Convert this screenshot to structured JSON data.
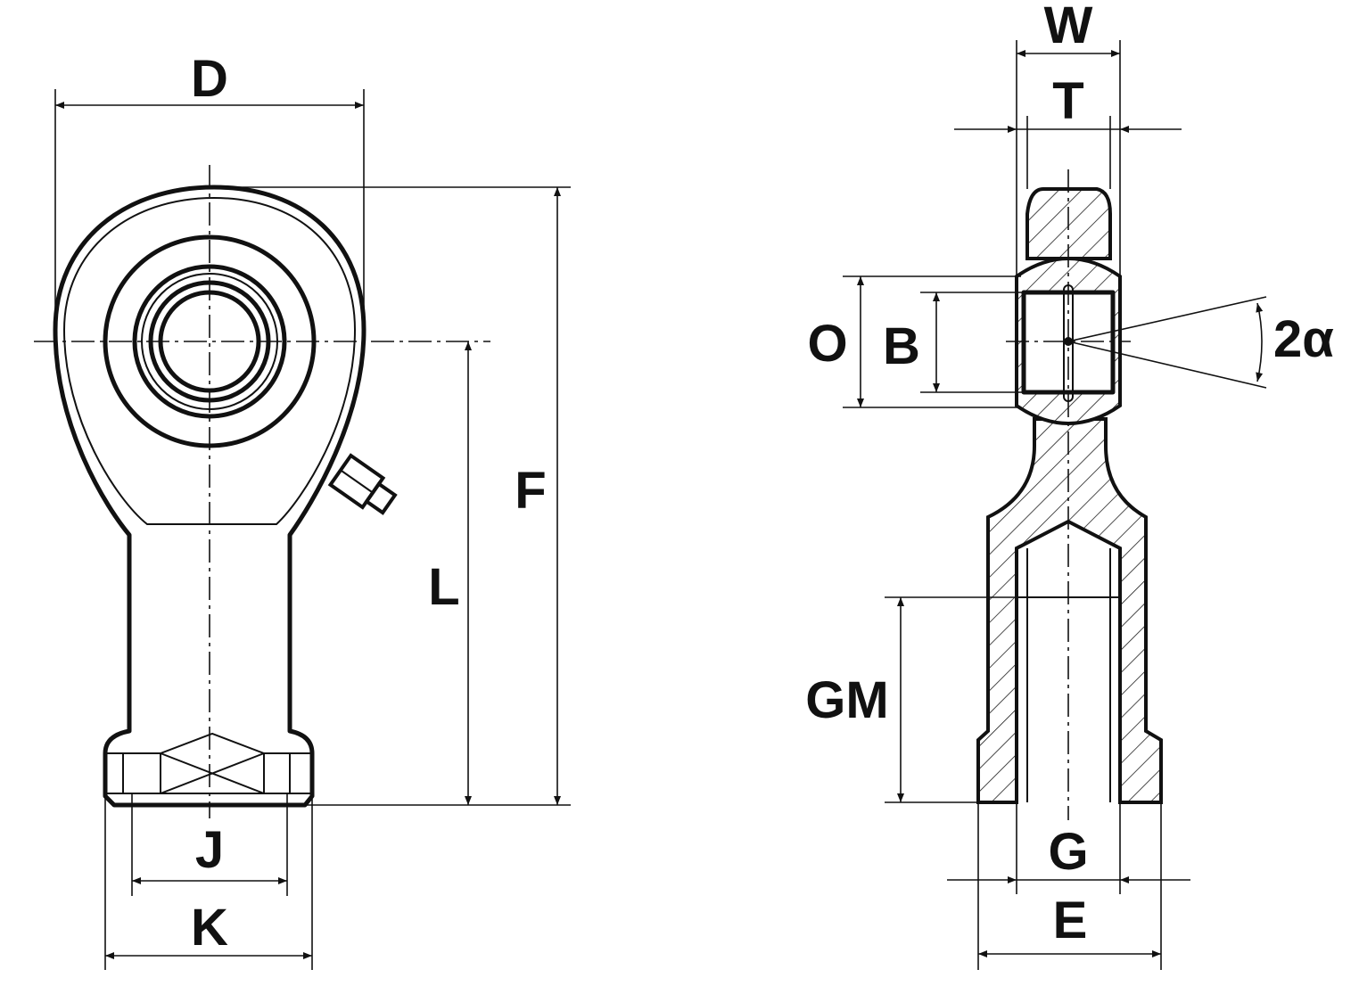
{
  "title": "Rod end technical drawing",
  "labels": {
    "D": "D",
    "F": "F",
    "L": "L",
    "J": "J",
    "K": "K",
    "W": "W",
    "T": "T",
    "O": "O",
    "B": "B",
    "two_alpha": "2α",
    "GM": "GM",
    "G": "G",
    "E": "E"
  },
  "colors": {
    "line": "#111111",
    "background": "#ffffff"
  }
}
